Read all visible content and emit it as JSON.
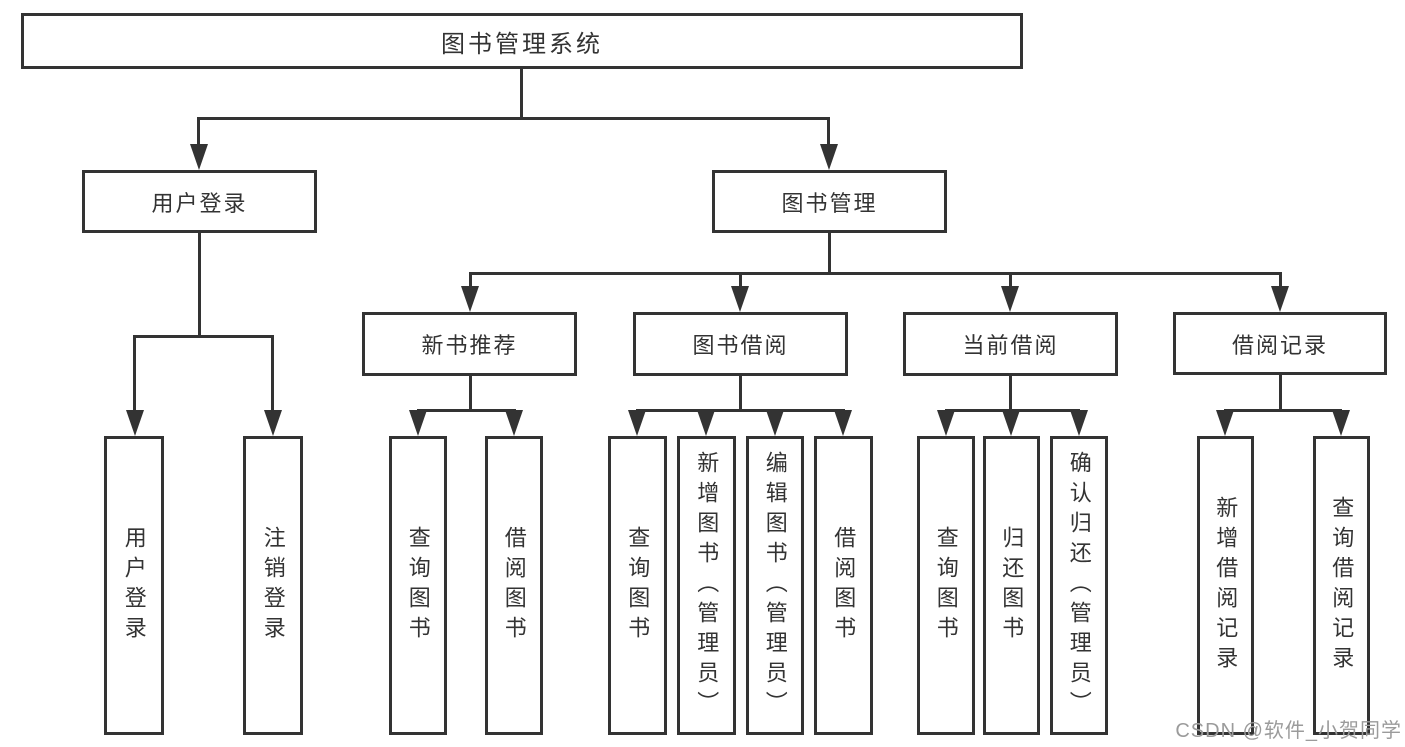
{
  "nodes": {
    "root": "图书管理系统",
    "user_login": "用户登录",
    "book_mgmt": "图书管理",
    "new_book_rec": "新书推荐",
    "book_borrow": "图书借阅",
    "current_borrow": "当前借阅",
    "borrow_records": "借阅记录",
    "leaf_user_login": "用户登录",
    "leaf_logout": "注销登录",
    "leaf_nbr_query": "查询图书",
    "leaf_nbr_borrow": "借阅图书",
    "leaf_bb_query": "查询图书",
    "leaf_bb_add": "新增图书（管理员）",
    "leaf_bb_edit": "编辑图书（管理员）",
    "leaf_bb_borrow": "借阅图书",
    "leaf_cb_query": "查询图书",
    "leaf_cb_return": "归还图书",
    "leaf_cb_confirm": "确认归还（管理员）",
    "leaf_br_add": "新增借阅记录",
    "leaf_br_query": "查询借阅记录"
  },
  "watermark": "CSDN @软件_小贺同学",
  "colors": {
    "line": "#333333",
    "text": "#333333",
    "watermark": "#9b9b9b",
    "background": "#ffffff"
  }
}
